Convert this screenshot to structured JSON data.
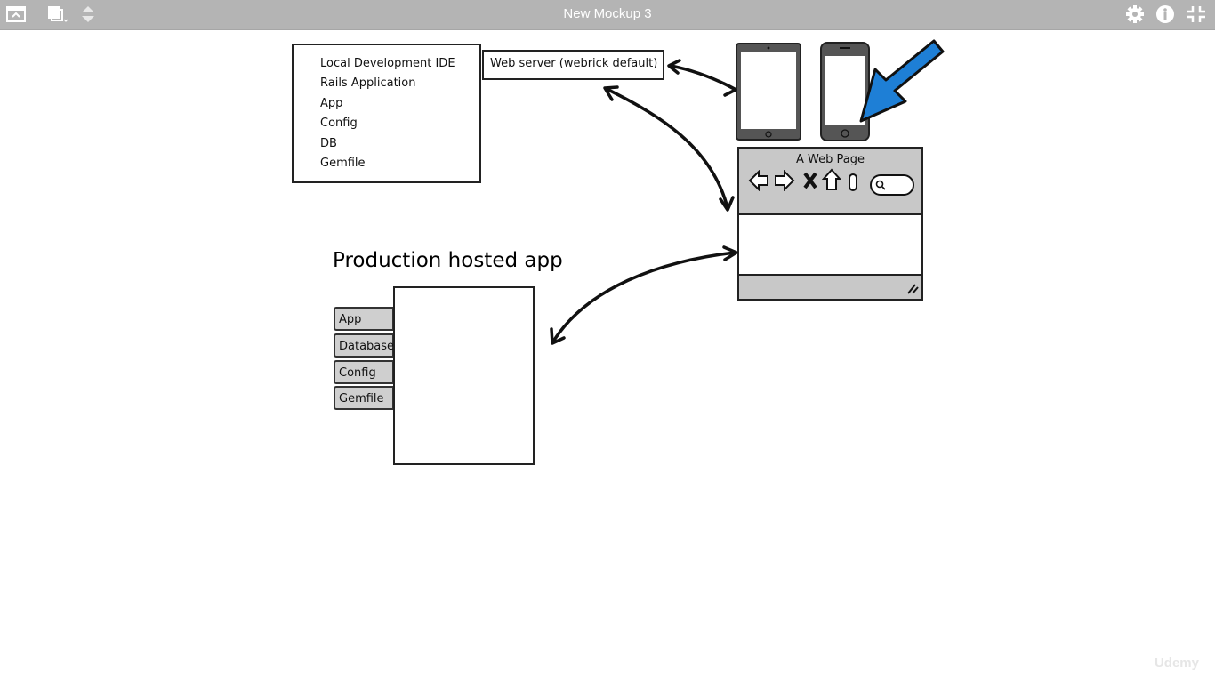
{
  "window": {
    "title": "New Mockup 3"
  },
  "toolbar": {
    "left_icons": [
      "collapse-panel-icon",
      "copy-layers-icon",
      "arrange-updown-icon"
    ],
    "right_icons": [
      "gear-icon",
      "info-icon",
      "exit-fullscreen-icon"
    ]
  },
  "ide": {
    "items": [
      "Local Development IDE",
      "Rails Application",
      "App",
      "Config",
      "DB",
      "Gemfile"
    ]
  },
  "webserver": {
    "label": "Web server (webrick default)"
  },
  "browser": {
    "title": "A Web Page"
  },
  "production": {
    "heading": "Production hosted app",
    "tabs": [
      "App",
      "Database",
      "Config",
      "Gemfile"
    ]
  },
  "watermark": {
    "text": "Udemy"
  },
  "colors": {
    "toolbar_bg": "#b4b4b4",
    "pointer_arrow": "#1e7fd6",
    "tab_fill": "#cfcfcf"
  }
}
